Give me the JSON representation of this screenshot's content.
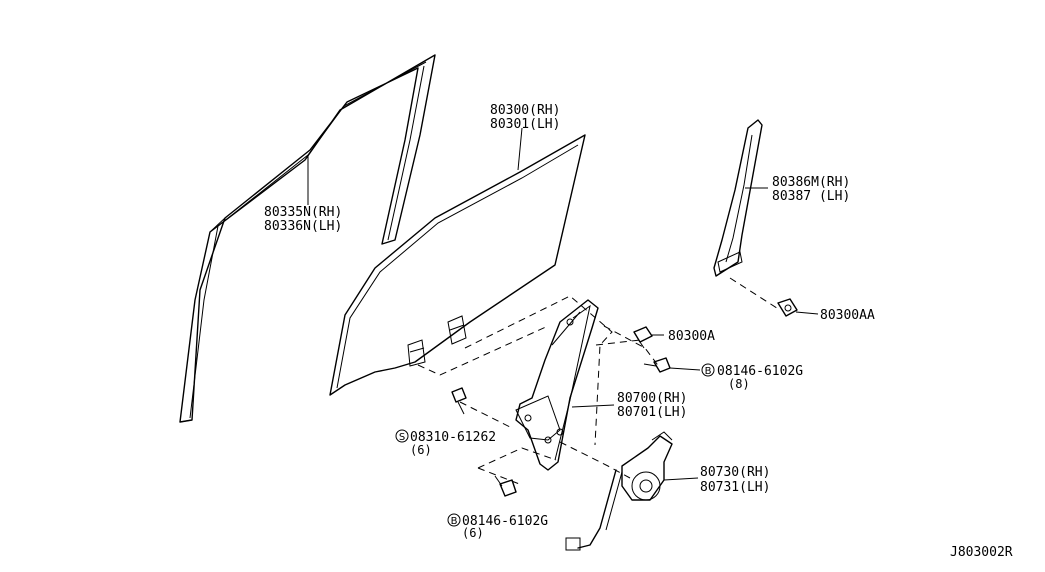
{
  "labels": {
    "sash_rh": "80335N(RH)",
    "sash_lh": "80336N(LH)",
    "glass_rh": "80300(RH)",
    "glass_lh": "80301(LH)",
    "channel_rh": "80386M(RH)",
    "channel_lh": "80387 (LH)",
    "clip_a": "80300A",
    "clip_aa": "80300AA",
    "bolt_b1_num": "08146-6102G",
    "bolt_b1_qty": "(8)",
    "regulator_rh": "80700(RH)",
    "regulator_lh": "80701(LH)",
    "screw_s_num": "08310-61262",
    "screw_s_qty": "(6)",
    "motor_rh": "80730(RH)",
    "motor_lh": "80731(LH)",
    "bolt_b2_num": "08146-6102G",
    "bolt_b2_qty": "(6)"
  },
  "badges": {
    "b1": "B",
    "s": "S",
    "b2": "B"
  },
  "diagram_code": "J803002R"
}
